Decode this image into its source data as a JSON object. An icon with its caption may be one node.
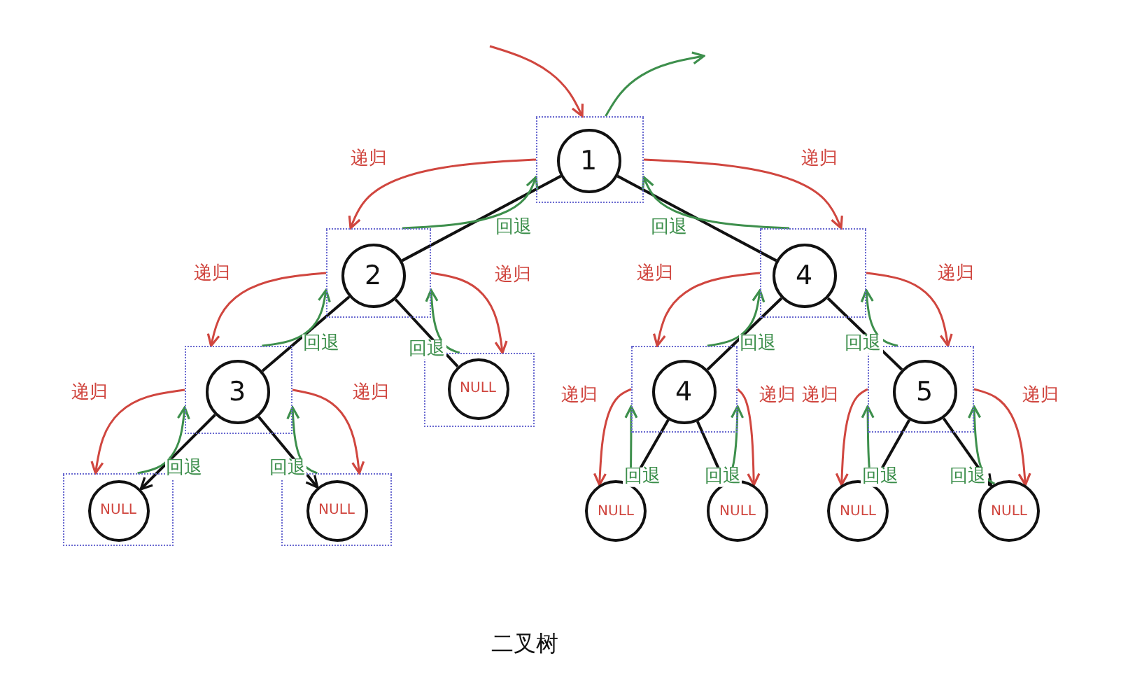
{
  "diagram": {
    "caption": "二叉树",
    "nodes": [
      {
        "text": [],
        "shape": "box"
      },
      {
        "text": [
          "1"
        ],
        "in": 0
      },
      {
        "text": [],
        "shape": "box"
      },
      {
        "text": [
          "2"
        ],
        "in": 2
      },
      {
        "text": [],
        "shape": "box"
      },
      {
        "text": [
          "4"
        ],
        "in": 4
      },
      {
        "text": [],
        "shape": "box"
      },
      {
        "text": [
          "3"
        ],
        "in": 6
      },
      {
        "text": [],
        "shape": "box"
      },
      {
        "text": [
          "NULL"
        ],
        "in": 8
      },
      {
        "text": [],
        "shape": "box"
      },
      {
        "text": [
          "4"
        ],
        "in": 10
      },
      {
        "text": [],
        "shape": "box"
      },
      {
        "text": [
          "5"
        ],
        "in": 12
      },
      {
        "text": [],
        "shape": "box"
      },
      {
        "text": [
          "NULL"
        ],
        "in": 14
      },
      {
        "text": [],
        "shape": "box"
      },
      {
        "text": [
          "NULL"
        ],
        "in": 16
      },
      {
        "text": [
          "NULL"
        ]
      },
      {
        "text": [
          "NULL"
        ]
      },
      {
        "text": [
          "NULL"
        ]
      },
      {
        "text": [
          "NULL"
        ]
      }
    ],
    "edges": [
      {
        "from": null,
        "to": 0,
        "arrow": "to",
        "color": "#d0463f"
      },
      {
        "from": 0,
        "to": null,
        "arrow": "to",
        "color": "#3d8f4c"
      },
      {
        "from": 1,
        "to": 3,
        "arrow": "none",
        "color": "#111111"
      },
      {
        "from": 1,
        "to": 5,
        "arrow": "none",
        "color": "#111111"
      },
      {
        "from": 3,
        "to": 7,
        "arrow": "none",
        "color": "#111111"
      },
      {
        "from": 3,
        "to": 9,
        "arrow": "none",
        "color": "#111111"
      },
      {
        "from": 5,
        "to": 11,
        "arrow": "none",
        "color": "#111111"
      },
      {
        "from": 5,
        "to": 13,
        "arrow": "none",
        "color": "#111111"
      },
      {
        "from": 7,
        "to": 15,
        "arrow": "to",
        "color": "#111111"
      },
      {
        "from": 7,
        "to": 17,
        "arrow": "to",
        "color": "#111111"
      },
      {
        "from": 11,
        "to": 18,
        "arrow": "to",
        "color": "#111111"
      },
      {
        "from": 11,
        "to": 19,
        "arrow": "to",
        "color": "#111111"
      },
      {
        "from": 13,
        "to": 20,
        "arrow": "to",
        "color": "#111111"
      },
      {
        "from": 13,
        "to": 21,
        "arrow": "to",
        "color": "#111111"
      },
      {
        "from": 0,
        "to": 2,
        "arrow": "to",
        "label": "递归",
        "color": "#d0463f"
      },
      {
        "from": 2,
        "to": 0,
        "arrow": "to",
        "label": "回退",
        "color": "#3d8f4c"
      },
      {
        "from": 0,
        "to": 4,
        "arrow": "to",
        "label": "递归",
        "color": "#d0463f"
      },
      {
        "from": 4,
        "to": 0,
        "arrow": "to",
        "label": "回退",
        "color": "#3d8f4c"
      },
      {
        "from": 2,
        "to": 6,
        "arrow": "to",
        "label": "递归",
        "color": "#d0463f"
      },
      {
        "from": 6,
        "to": 2,
        "arrow": "to",
        "label": "回退",
        "color": "#3d8f4c"
      },
      {
        "from": 2,
        "to": 8,
        "arrow": "to",
        "label": "递归",
        "color": "#d0463f"
      },
      {
        "from": 8,
        "to": 2,
        "arrow": "to",
        "label": "回退",
        "color": "#3d8f4c"
      },
      {
        "from": 4,
        "to": 10,
        "arrow": "to",
        "label": "递归",
        "color": "#d0463f"
      },
      {
        "from": 10,
        "to": 4,
        "arrow": "to",
        "label": "回退",
        "color": "#3d8f4c"
      },
      {
        "from": 4,
        "to": 12,
        "arrow": "to",
        "label": "递归",
        "color": "#d0463f"
      },
      {
        "from": 12,
        "to": 4,
        "arrow": "to",
        "label": "回退",
        "color": "#3d8f4c"
      },
      {
        "from": 6,
        "to": 14,
        "arrow": "to",
        "label": "递归",
        "color": "#d0463f"
      },
      {
        "from": 14,
        "to": 6,
        "arrow": "to",
        "label": "回退",
        "color": "#3d8f4c"
      },
      {
        "from": 6,
        "to": 16,
        "arrow": "to",
        "label": "递归",
        "color": "#d0463f"
      },
      {
        "from": 16,
        "to": 6,
        "arrow": "to",
        "label": "回退",
        "color": "#3d8f4c"
      },
      {
        "from": 10,
        "to": 18,
        "arrow": "to",
        "label": "递归",
        "color": "#d0463f"
      },
      {
        "from": 18,
        "to": 10,
        "arrow": "to",
        "label": "回退",
        "color": "#3d8f4c"
      },
      {
        "from": 10,
        "to": 19,
        "arrow": "to",
        "label": "递归",
        "color": "#d0463f"
      },
      {
        "from": 19,
        "to": 10,
        "arrow": "to",
        "label": "回退",
        "color": "#3d8f4c"
      },
      {
        "from": 12,
        "to": 20,
        "arrow": "to",
        "label": "递归",
        "color": "#d0463f"
      },
      {
        "from": 20,
        "to": 12,
        "arrow": "to",
        "label": "回退",
        "color": "#3d8f4c"
      },
      {
        "from": 12,
        "to": 21,
        "arrow": "to",
        "label": "递归",
        "color": "#d0463f"
      },
      {
        "from": 21,
        "to": 12,
        "arrow": "to",
        "label": "回退",
        "color": "#3d8f4c"
      }
    ]
  }
}
